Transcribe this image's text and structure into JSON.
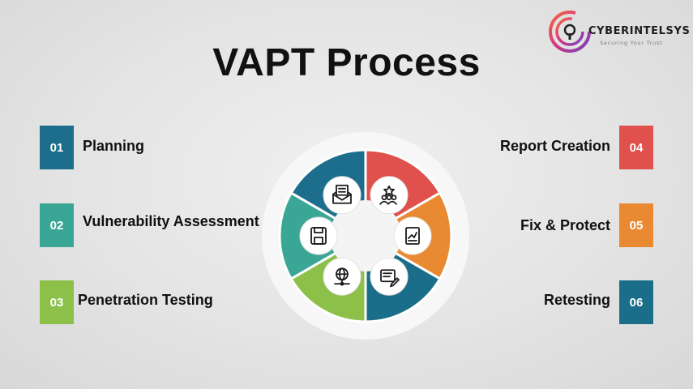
{
  "title": "VAPT Process",
  "brand": {
    "name": "CYBERINTELSYS",
    "tagline": "Securing Your Trust"
  },
  "steps": [
    {
      "number": "01",
      "label": "Planning",
      "color": "#1d6e8c",
      "icon": "checklist-icon"
    },
    {
      "number": "02",
      "label": "Vulnerability Assessment",
      "color": "#3aa796",
      "icon": "floppy-disk-icon"
    },
    {
      "number": "03",
      "label": "Penetration Testing",
      "color": "#8dc049",
      "icon": "network-globe-icon"
    },
    {
      "number": "04",
      "label": "Report Creation",
      "color": "#e0504c",
      "icon": "team-star-icon"
    },
    {
      "number": "05",
      "label": "Fix & Protect",
      "color": "#e98a32",
      "icon": "chart-document-icon"
    },
    {
      "number": "06",
      "label": "Retesting",
      "color": "#1b6e89",
      "icon": "edit-note-icon"
    }
  ]
}
